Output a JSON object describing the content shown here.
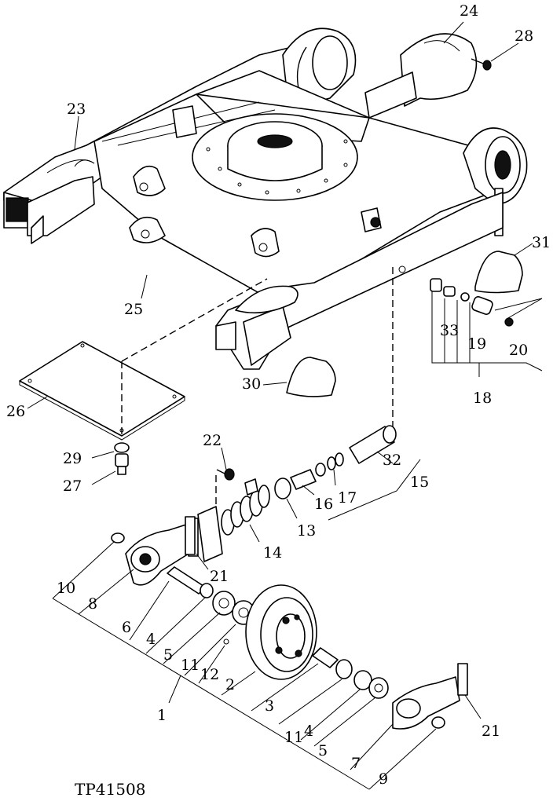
{
  "figure_code": "TP41508",
  "callouts": [
    {
      "id": "c24",
      "text": "24"
    },
    {
      "id": "c28",
      "text": "28"
    },
    {
      "id": "c23",
      "text": "23"
    },
    {
      "id": "c31",
      "text": "31"
    },
    {
      "id": "c25",
      "text": "25"
    },
    {
      "id": "c33",
      "text": "33"
    },
    {
      "id": "c19",
      "text": "19"
    },
    {
      "id": "c20",
      "text": "20"
    },
    {
      "id": "c18",
      "text": "18"
    },
    {
      "id": "c30",
      "text": "30"
    },
    {
      "id": "c26",
      "text": "26"
    },
    {
      "id": "c22",
      "text": "22"
    },
    {
      "id": "c29",
      "text": "29"
    },
    {
      "id": "c27",
      "text": "27"
    },
    {
      "id": "c32",
      "text": "32"
    },
    {
      "id": "c15",
      "text": "15"
    },
    {
      "id": "c16",
      "text": "16"
    },
    {
      "id": "c17",
      "text": "17"
    },
    {
      "id": "c13",
      "text": "13"
    },
    {
      "id": "c14",
      "text": "14"
    },
    {
      "id": "c21a",
      "text": "21"
    },
    {
      "id": "c10",
      "text": "10"
    },
    {
      "id": "c8",
      "text": "8"
    },
    {
      "id": "c6",
      "text": "6"
    },
    {
      "id": "c4a",
      "text": "4"
    },
    {
      "id": "c5a",
      "text": "5"
    },
    {
      "id": "c11a",
      "text": "11"
    },
    {
      "id": "c12",
      "text": "12"
    },
    {
      "id": "c2",
      "text": "2"
    },
    {
      "id": "c1",
      "text": "1"
    },
    {
      "id": "c3",
      "text": "3"
    },
    {
      "id": "c11b",
      "text": "11"
    },
    {
      "id": "c4b",
      "text": "4"
    },
    {
      "id": "c5b",
      "text": "5"
    },
    {
      "id": "c7",
      "text": "7"
    },
    {
      "id": "c9",
      "text": "9"
    },
    {
      "id": "c21b",
      "text": "21"
    }
  ]
}
